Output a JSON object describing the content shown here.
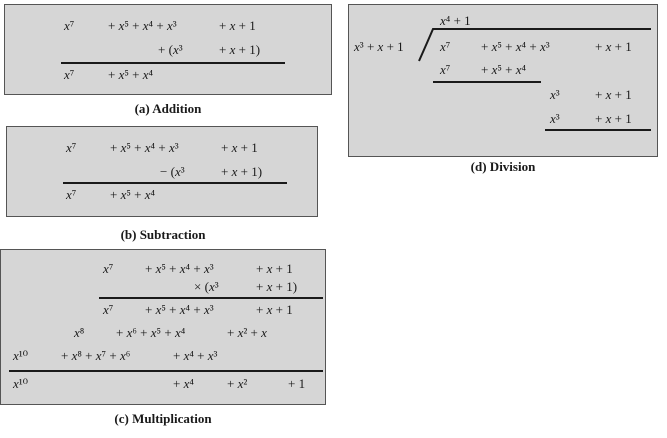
{
  "addition": {
    "caption": "(a) Addition",
    "rows": [
      [
        "x⁷",
        "+ x⁵ + x⁴ + x³",
        "+ x + 1"
      ],
      [
        "",
        "+ (x³",
        "+ x + 1)"
      ],
      [
        "x⁷",
        "+ x⁵ + x⁴",
        ""
      ]
    ]
  },
  "subtraction": {
    "caption": "(b) Subtraction",
    "rows": [
      [
        "x⁷",
        "+ x⁵ + x⁴ + x³",
        "+ x + 1"
      ],
      [
        "",
        "− (x³",
        "+ x + 1)"
      ],
      [
        "x⁷",
        "+ x⁵ + x⁴",
        ""
      ]
    ]
  },
  "multiplication": {
    "caption": "(c) Multiplication",
    "rows": [
      [
        "x⁷",
        "+ x⁵ + x⁴ + x³",
        "+ x + 1"
      ],
      [
        "× (x³",
        "+ x + 1)"
      ],
      [
        "x⁷",
        "+ x⁵ + x⁴ + x³",
        "+ x + 1"
      ],
      [
        "x⁸",
        "+ x⁶ + x⁵ + x⁴",
        "+ x² + x"
      ],
      [
        "x¹⁰",
        "+ x⁸ + x⁷ + x⁶",
        "+ x⁴ + x³"
      ],
      [
        "x¹⁰",
        "+ x⁴",
        "+ x²",
        "+ 1"
      ]
    ]
  },
  "division": {
    "caption": "(d) Division",
    "quotient": "x⁴ + 1",
    "divisor": "x³ + x + 1",
    "rows": [
      [
        "x⁷",
        "+ x⁵ + x⁴ + x³",
        "+ x + 1"
      ],
      [
        "x⁷",
        "+ x⁵ + x⁴"
      ],
      [
        "x³",
        "+ x + 1"
      ],
      [
        "x³",
        "+ x + 1"
      ]
    ]
  }
}
